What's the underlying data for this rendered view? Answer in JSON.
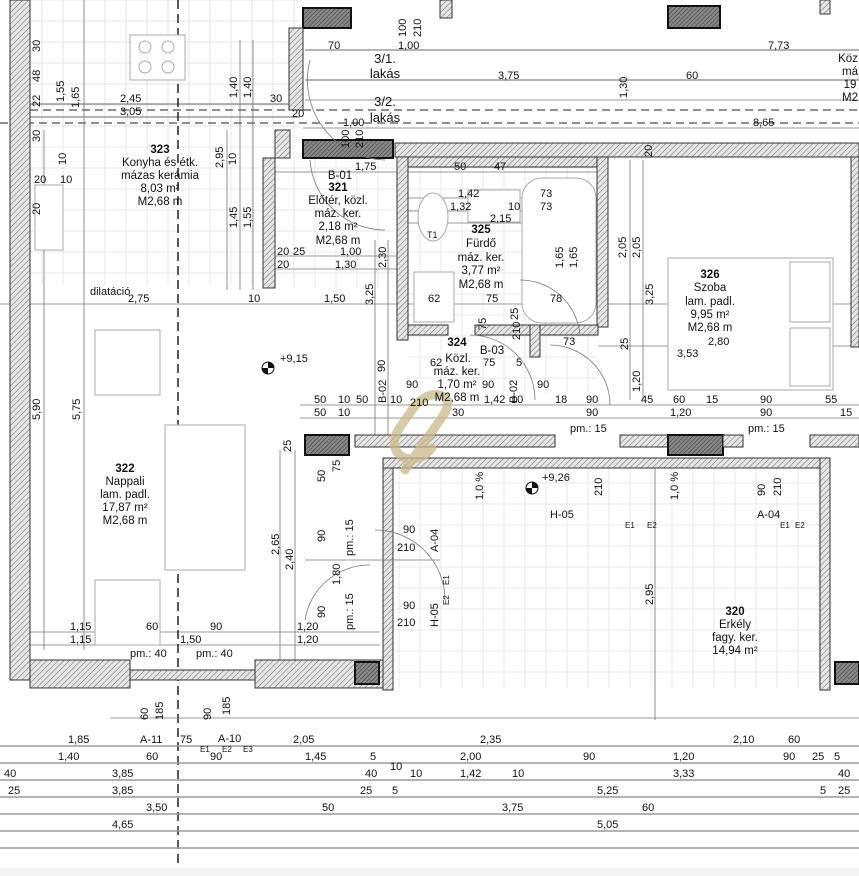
{
  "plan": {
    "apartments": [
      "3/1.",
      "lakás",
      "3/2.",
      "lakás"
    ],
    "neighbor_room": [
      "Köz",
      "má",
      "19",
      "M2"
    ],
    "rooms": [
      {
        "number": "323",
        "name": "Konyha és étk.",
        "floor": "mázas kerámia",
        "area": "8,03 m²",
        "height": "M2,68 m"
      },
      {
        "number": "321",
        "name": "Előtér, közl.",
        "floor": "máz. ker.",
        "area": "2,18 m²",
        "height": "M2,68 m"
      },
      {
        "number": "325",
        "name": "Fürdő",
        "floor": "máz. ker.",
        "area": "3,77 m²",
        "height": "M2,68 m"
      },
      {
        "number": "324",
        "name": "Közl.",
        "floor": "máz. ker.",
        "area": "1,70 m²",
        "height": "M2,68 m"
      },
      {
        "number": "326",
        "name": "Szoba",
        "floor": "lam. padl.",
        "area": "9,95 m²",
        "height": "M2,68 m"
      },
      {
        "number": "322",
        "name": "Nappali",
        "floor": "lam. padl.",
        "area": "17,87 m²",
        "height": "M2,68 m"
      },
      {
        "number": "320",
        "name": "Erkély",
        "floor": "fagy. ker.",
        "area": "14,94 m²"
      }
    ],
    "door_tags": [
      "B-01",
      "B-03"
    ],
    "levels": [
      "+9,15",
      "+9,26"
    ],
    "notes": [
      "dilatáció",
      "T1"
    ],
    "dimension_labels": [
      "1,85",
      "A-11",
      "75",
      "2,05",
      "2,35",
      "2,10",
      "60",
      "1,40",
      "60",
      "90",
      "1,45",
      "5",
      "10",
      "2,00",
      "90",
      "1,20",
      "90",
      "25",
      "5",
      "40",
      "3,85",
      "40",
      "10",
      "1,42",
      "10",
      "3,33",
      "40",
      "25",
      "3,85",
      "25",
      "5",
      "5,25",
      "5",
      "25",
      "3,50",
      "50",
      "3,75",
      "60",
      "4,65",
      "5,05",
      "70",
      "1,00",
      "7,73",
      "3,75",
      "60",
      "1,00",
      "8,65",
      "2,45",
      "3,05",
      "30",
      "30",
      "48",
      "1,55",
      "1,65",
      "1,40",
      "1,40",
      "22",
      "30",
      "10",
      "20",
      "10",
      "20",
      "100",
      "210",
      "100",
      "210",
      "1,30",
      "20",
      "20",
      "2,75",
      "10",
      "1,50",
      "62",
      "75",
      "78",
      "73",
      "3,53",
      "2,80",
      "1,42",
      "1,32",
      "10",
      "73",
      "73",
      "2,15",
      "50",
      "47",
      "1,75",
      "20",
      "25",
      "1,00",
      "20",
      "1,30",
      "2,95",
      "10",
      "1,45",
      "1,55",
      "3,25",
      "2,30",
      "1,65",
      "1,65",
      "2,05",
      "2,05",
      "3,25",
      "5,90",
      "5,75",
      "25",
      "25",
      "1,20",
      "75",
      "210",
      "25",
      "90",
      "B-02",
      "90",
      "210",
      "62",
      "75",
      "5",
      "B-02",
      "90",
      "90",
      "50",
      "10",
      "50",
      "10",
      "1,42",
      "10",
      "18",
      "90",
      "45",
      "60",
      "15",
      "90",
      "55",
      "50",
      "10",
      "30",
      "90",
      "1,20",
      "90",
      "15",
      "pm.: 15",
      "pm.: 15",
      "1,0 %",
      "1,0 %",
      "H-05",
      "210",
      "E1",
      "E2",
      "90",
      "210",
      "A-04",
      "E1",
      "E2",
      "2,95",
      "50",
      "75",
      "90",
      "pm.: 15",
      "90",
      "210",
      "A-04",
      "E1",
      "E2",
      "1,80",
      "90",
      "pm.: 15",
      "90",
      "210",
      "H-05",
      "2,65",
      "2,40",
      "1,20",
      "1,20",
      "1,15",
      "60",
      "90",
      "1,15",
      "1,50",
      "pm.: 40",
      "pm.: 40",
      "60",
      "185",
      "90",
      "185",
      "A-10",
      "E1",
      "E2",
      "E3"
    ]
  },
  "colors": {
    "wall_hatch": "#555555",
    "dim_line": "#9a9a9a",
    "watermark": "#c8b88a"
  }
}
